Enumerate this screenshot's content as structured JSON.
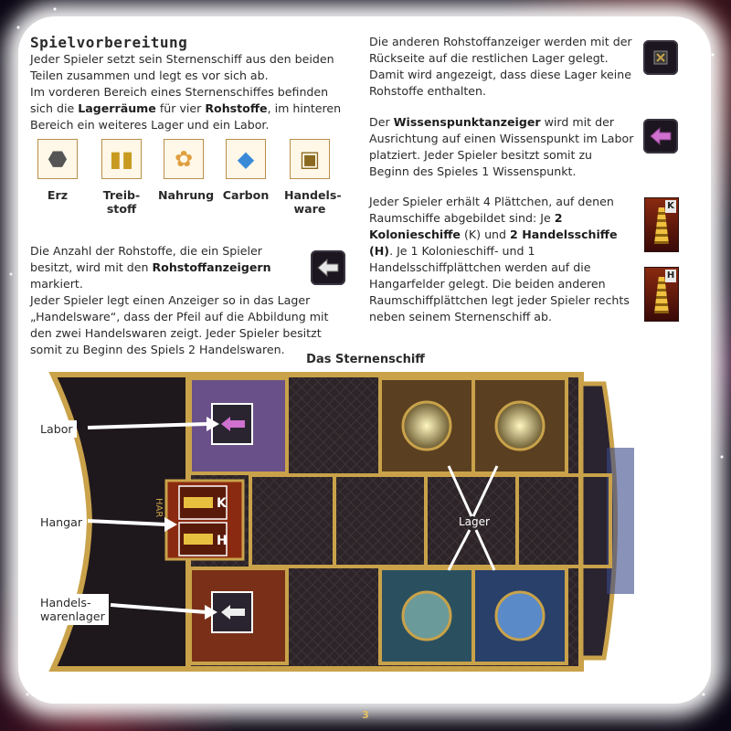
{
  "heading": "Spielvorbereitung",
  "intro": {
    "p1": "Jeder Spieler setzt sein Sternenschiff aus den beiden Teilen zusammen und legt es vor sich ab.",
    "p2_a": "Im vorderen Bereich eines Sternenschiffes befinden sich die ",
    "p2_b": "Lagerräume",
    "p2_c": " für vier ",
    "p2_d": "Rohstoffe",
    "p2_e": ", im hinteren Bereich ein weiteres Lager und ein Labor."
  },
  "resources": [
    {
      "label": "Erz",
      "icon": "ore-icon",
      "glyph": "⬣",
      "color": "#555"
    },
    {
      "label": "Treib-\nstoff",
      "icon": "fuel-icon",
      "glyph": "▮▮",
      "color": "#c89a20"
    },
    {
      "label": "Nahrung",
      "icon": "food-icon",
      "glyph": "✿",
      "color": "#e0a040"
    },
    {
      "label": "Carbon",
      "icon": "carbon-icon",
      "glyph": "◆",
      "color": "#3a8ad8"
    },
    {
      "label": "Handels-\nware",
      "icon": "trade-goods-icon",
      "glyph": "▣",
      "color": "#8a6a20"
    }
  ],
  "left_bottom": {
    "a": "Die Anzahl der Rohstoffe, die ein Spieler besitzt, wird mit den ",
    "b": "Rohstoffanzeigern",
    "c": " markiert.",
    "d": "Jeder Spieler legt einen Anzeiger so in das Lager „Handelsware“, dass der Pfeil auf die Abbildung mit den zwei Handelswaren zeigt. Jeder Spieler besitzt somit zu Beginn des Spiels 2 Handelswaren."
  },
  "right": {
    "p1": "Die anderen Rohstoffanzeiger werden mit der Rückseite auf die restlichen Lager gelegt. Damit wird angezeigt, dass diese Lager keine Rohstoffe enthalten.",
    "p2_a": "Der ",
    "p2_b": "Wissenspunktanzeiger",
    "p2_c": " wird mit der Ausrichtung auf einen Wissenspunkt im Labor platziert. Jeder Spieler besitzt somit zu Beginn des Spieles 1 Wissenspunkt.",
    "p3_a": "Jeder Spieler erhält 4 Plättchen, auf denen Raumschiffe abgebildet sind: Je ",
    "p3_b": "2 Kolonieschiffe",
    "p3_c": " (K) und ",
    "p3_d": "2 Handelsschiffe (H)",
    "p3_e": ". Je 1 Kolonieschiff- und 1 Handelsschiffplättchen werden auf die Hangarfelder gelegt. Die beiden anderen Raumschiffplättchen legt jeder Spieler rechts neben seinem Sternenschiff ab."
  },
  "ship_cards": [
    {
      "letter": "K"
    },
    {
      "letter": "H"
    }
  ],
  "ship": {
    "title": "Das Sternenschiff",
    "labels": {
      "labor": "Labor",
      "hangar": "Hangar",
      "handel": "Handels-\nwarenlager",
      "lager": "Lager"
    },
    "hangar_letters": [
      "K",
      "H"
    ],
    "side_text": "HAR",
    "colors": {
      "gold": "#c9a24a",
      "hull": "#2a2226",
      "lab": "#8a6aa8",
      "blue": "#4a8ad8",
      "red": "#8a2010"
    }
  },
  "page_number": "3"
}
